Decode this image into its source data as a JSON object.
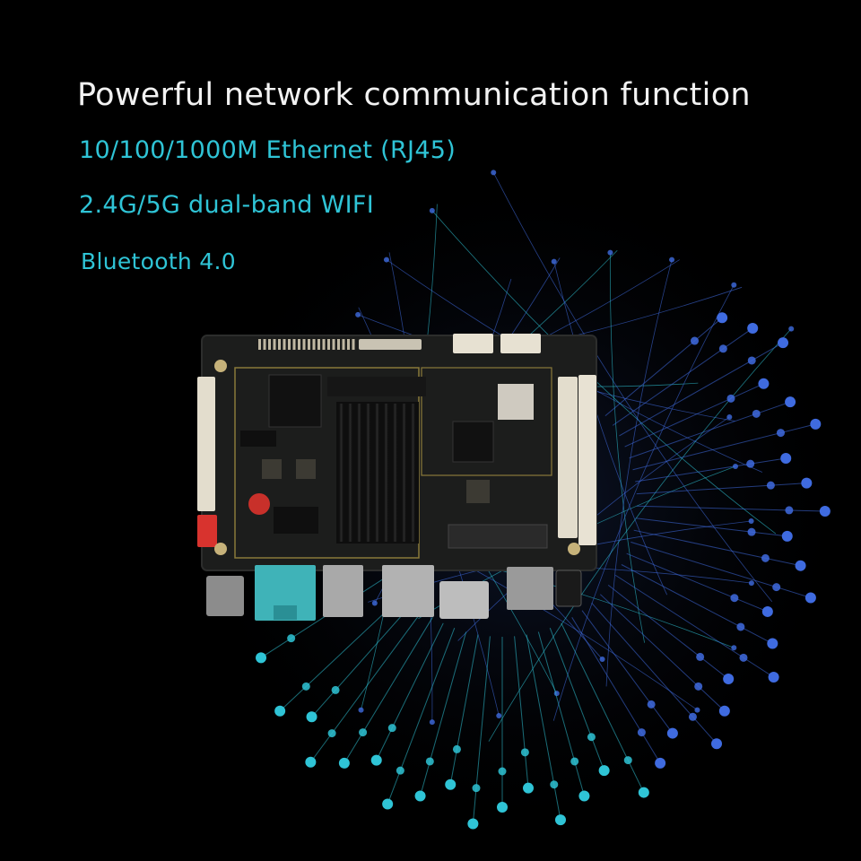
{
  "heading": "Powerful network communication function",
  "features": [
    "10/100/1000M Ethernet (RJ45)",
    "2.4G/5G dual-band WIFI",
    "Bluetooth 4.0"
  ],
  "colors": {
    "background": "#000000",
    "heading": "#f2f2f2",
    "feature_text": "#2fc4d6",
    "board_pcb": "#1c1d1c",
    "ethernet_port": "#3fb3b8",
    "dot_blue": "#3f6be0",
    "dot_teal": "#2fc4d6"
  },
  "icons": [
    "network-globe-graphic",
    "mainboard-photo",
    "ethernet-port-icon",
    "usb-port-icon",
    "hdmi-port-icon"
  ]
}
